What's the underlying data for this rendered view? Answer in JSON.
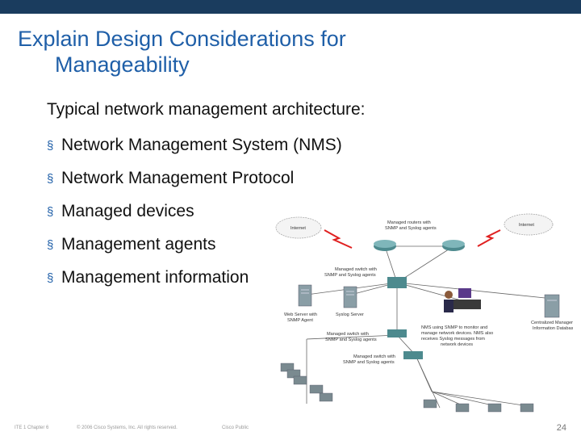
{
  "slide": {
    "title_line1": "Explain Design Considerations for",
    "title_line2": "Manageability",
    "intro": "Typical network management architecture:",
    "bullets": [
      "Network Management System (NMS)",
      "Network Management Protocol",
      "Managed devices",
      "Management agents",
      "Management information"
    ]
  },
  "diagram": {
    "internet_left": "Internet",
    "internet_right": "Internet",
    "routers_label": "Managed routers with SNMP and Syslog agents",
    "switch_top_label": "Managed switch with SNMP and Syslog agents",
    "web_server_label": "Web Server with SNMP Agent",
    "syslog_server_label": "Syslog Server",
    "switch_mid_label": "Managed switch with SNMP and Syslog agents",
    "nms_label": "NMS using SNMP to monitor and manage network devices. NMS also receives Syslog messages from network devices",
    "db_label": "Centralized Management Information Database",
    "switch_bottom_label": "Managed switch with SNMP and Syslog agents"
  },
  "footer": {
    "course": "ITE 1 Chapter 6",
    "copyright": "© 2006 Cisco Systems, Inc. All rights reserved.",
    "classification": "Cisco Public",
    "page": "24"
  },
  "colors": {
    "topbar": "#1a3c5e",
    "title": "#1f5fa8",
    "bullet_marker": "#1f5fa8",
    "lightning": "#e02020"
  }
}
